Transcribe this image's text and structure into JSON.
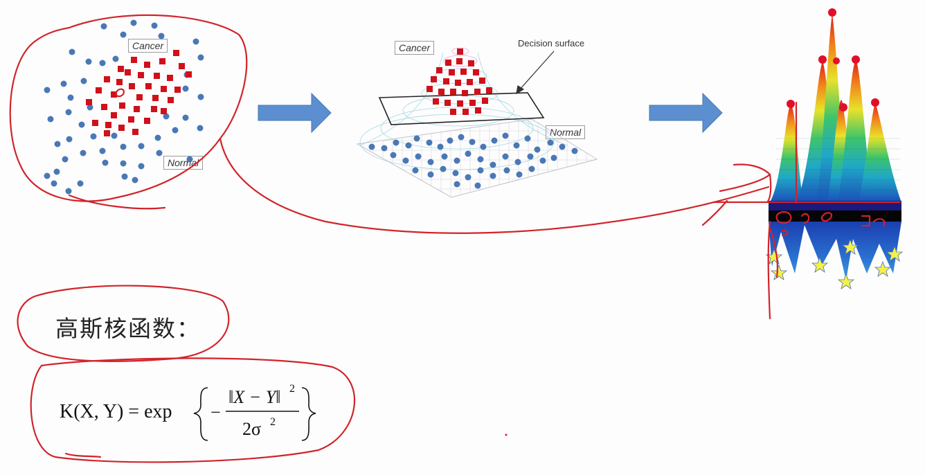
{
  "panel1": {
    "cancer_label": "Cancer",
    "normal_label": "Normal"
  },
  "panel2": {
    "cancer_label": "Cancer",
    "normal_label": "Normal",
    "decision_label": "Decision surface"
  },
  "heading": "高斯核函数：",
  "formula": {
    "lhs": "K(X, Y) = exp",
    "numerator": "‖X − Y‖",
    "numerator_exp": "2",
    "denominator": "2σ",
    "denominator_exp": "2",
    "minus": "−"
  },
  "colors": {
    "annotation_ink": "#d2232a",
    "normal_dot": "#4a78b5",
    "cancer_square": "#d0101a",
    "arrow": "#5b8fd0"
  },
  "icons": {
    "transition_arrow": "right-arrow-icon"
  }
}
